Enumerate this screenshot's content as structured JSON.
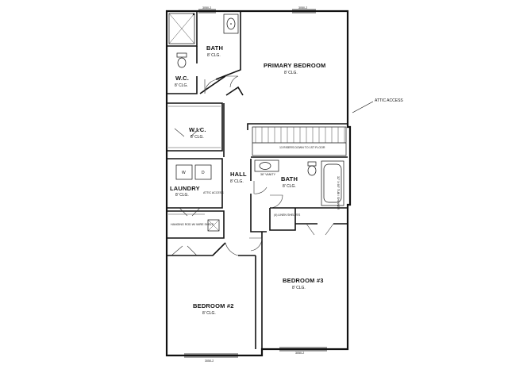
{
  "rooms": {
    "bath_top": {
      "name": "BATH",
      "clg": "8' CLG."
    },
    "wc": {
      "name": "W.C.",
      "clg": "8' CLG."
    },
    "primary_bedroom": {
      "name": "PRIMARY BEDROOM",
      "clg": "8' CLG."
    },
    "wic": {
      "name": "W.I.C.",
      "clg": "8' CLG."
    },
    "laundry": {
      "name": "LAUNDRY",
      "clg": "8' CLG."
    },
    "hall": {
      "name": "HALL",
      "clg": "8' CLG."
    },
    "bath_mid": {
      "name": "BATH",
      "clg": "8' CLG."
    },
    "bedroom_3": {
      "name": "BEDROOM #3",
      "clg": "8' CLG."
    },
    "bedroom_2": {
      "name": "BEDROOM #2",
      "clg": "8' CLG."
    }
  },
  "annotations": {
    "attic_access": "ATTIC ACCESS",
    "stairs": "13 RISERS DOWN TO 1ST FLOOR",
    "vanity": "36\" VANITY",
    "tub": "32\" X 60\" TUB / SHOWER",
    "linen": "(4) LINEN SHELVES",
    "hanging_rod": "HANGING ROD W/ WIRE SHELF",
    "attic_access_small": "ATTIC ACCESS",
    "window_code": "3050-2"
  },
  "colors": {
    "line": "#111111",
    "background": "#ffffff"
  }
}
